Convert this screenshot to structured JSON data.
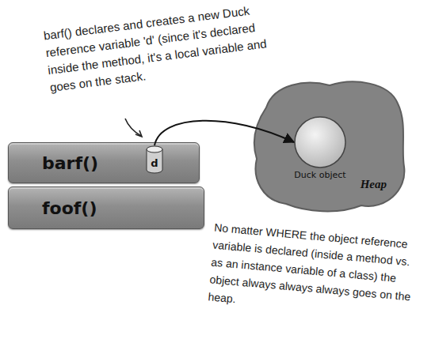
{
  "diagram": {
    "nodes": [
      {
        "text": [
          "barf()"
        ]
      },
      {
        "text": [
          "d"
        ],
        "in": 0
      },
      {
        "text": [
          "foof()"
        ]
      },
      {
        "text": [
          "Heap"
        ]
      },
      {
        "text": [
          "Duck object"
        ],
        "in": 3
      }
    ],
    "edges": [
      {
        "from": 1,
        "to": 4,
        "arrow": "to"
      }
    ],
    "labels": [
      "barf() declares and creates a new Duck reference variable 'd' (since it's declared inside the method, it's a local variable and goes on the stack.",
      "No matter WHERE the object reference variable is declared (inside a method vs. as an instance variable of a class) the object always always always goes on the heap."
    ]
  }
}
